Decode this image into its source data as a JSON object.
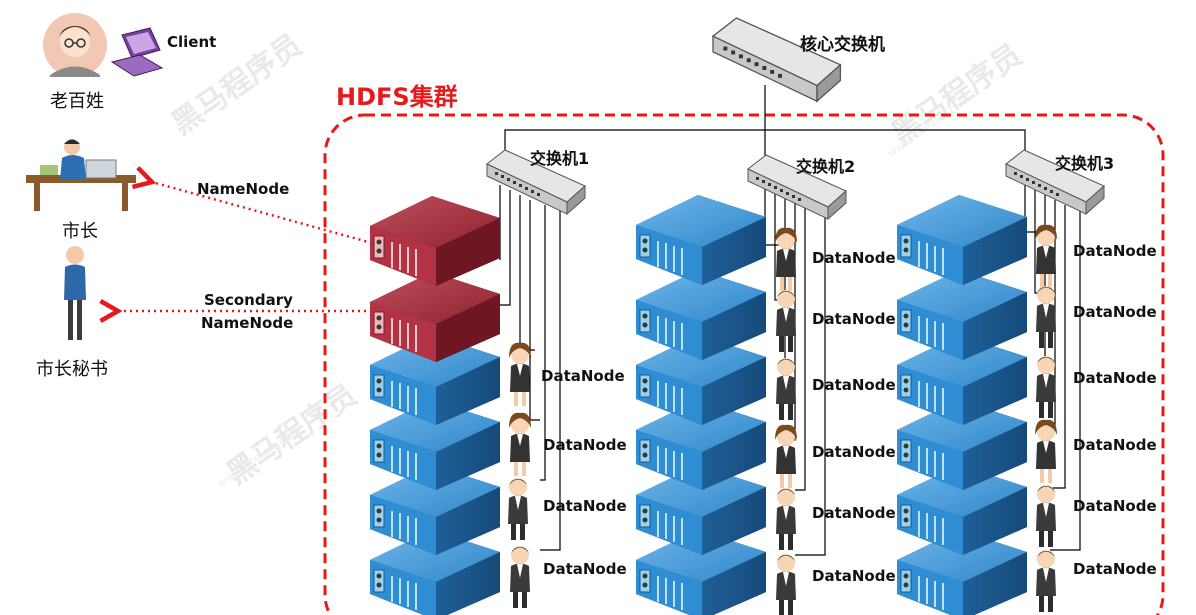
{
  "people": {
    "civilian_label": "老百姓",
    "client_label": "Client",
    "mayor_label": "市长",
    "secretary_label": "市长秘书"
  },
  "arrows": {
    "namenode_label": "NameNode",
    "secondary_label_line1": "Secondary",
    "secondary_label_line2": "NameNode"
  },
  "cluster": {
    "title": "HDFS集群",
    "core_switch_label": "核心交换机",
    "switch1_label": "交换机1",
    "switch2_label": "交换机2",
    "switch3_label": "交换机3",
    "datanode_label": "DataNode"
  },
  "watermark": {
    "brand": "黑马程序员",
    "url": "www.itheima.com"
  },
  "colors": {
    "accent_red": "#e8191c",
    "server_blue": "#2b7fc3",
    "server_red": "#b0303c"
  }
}
